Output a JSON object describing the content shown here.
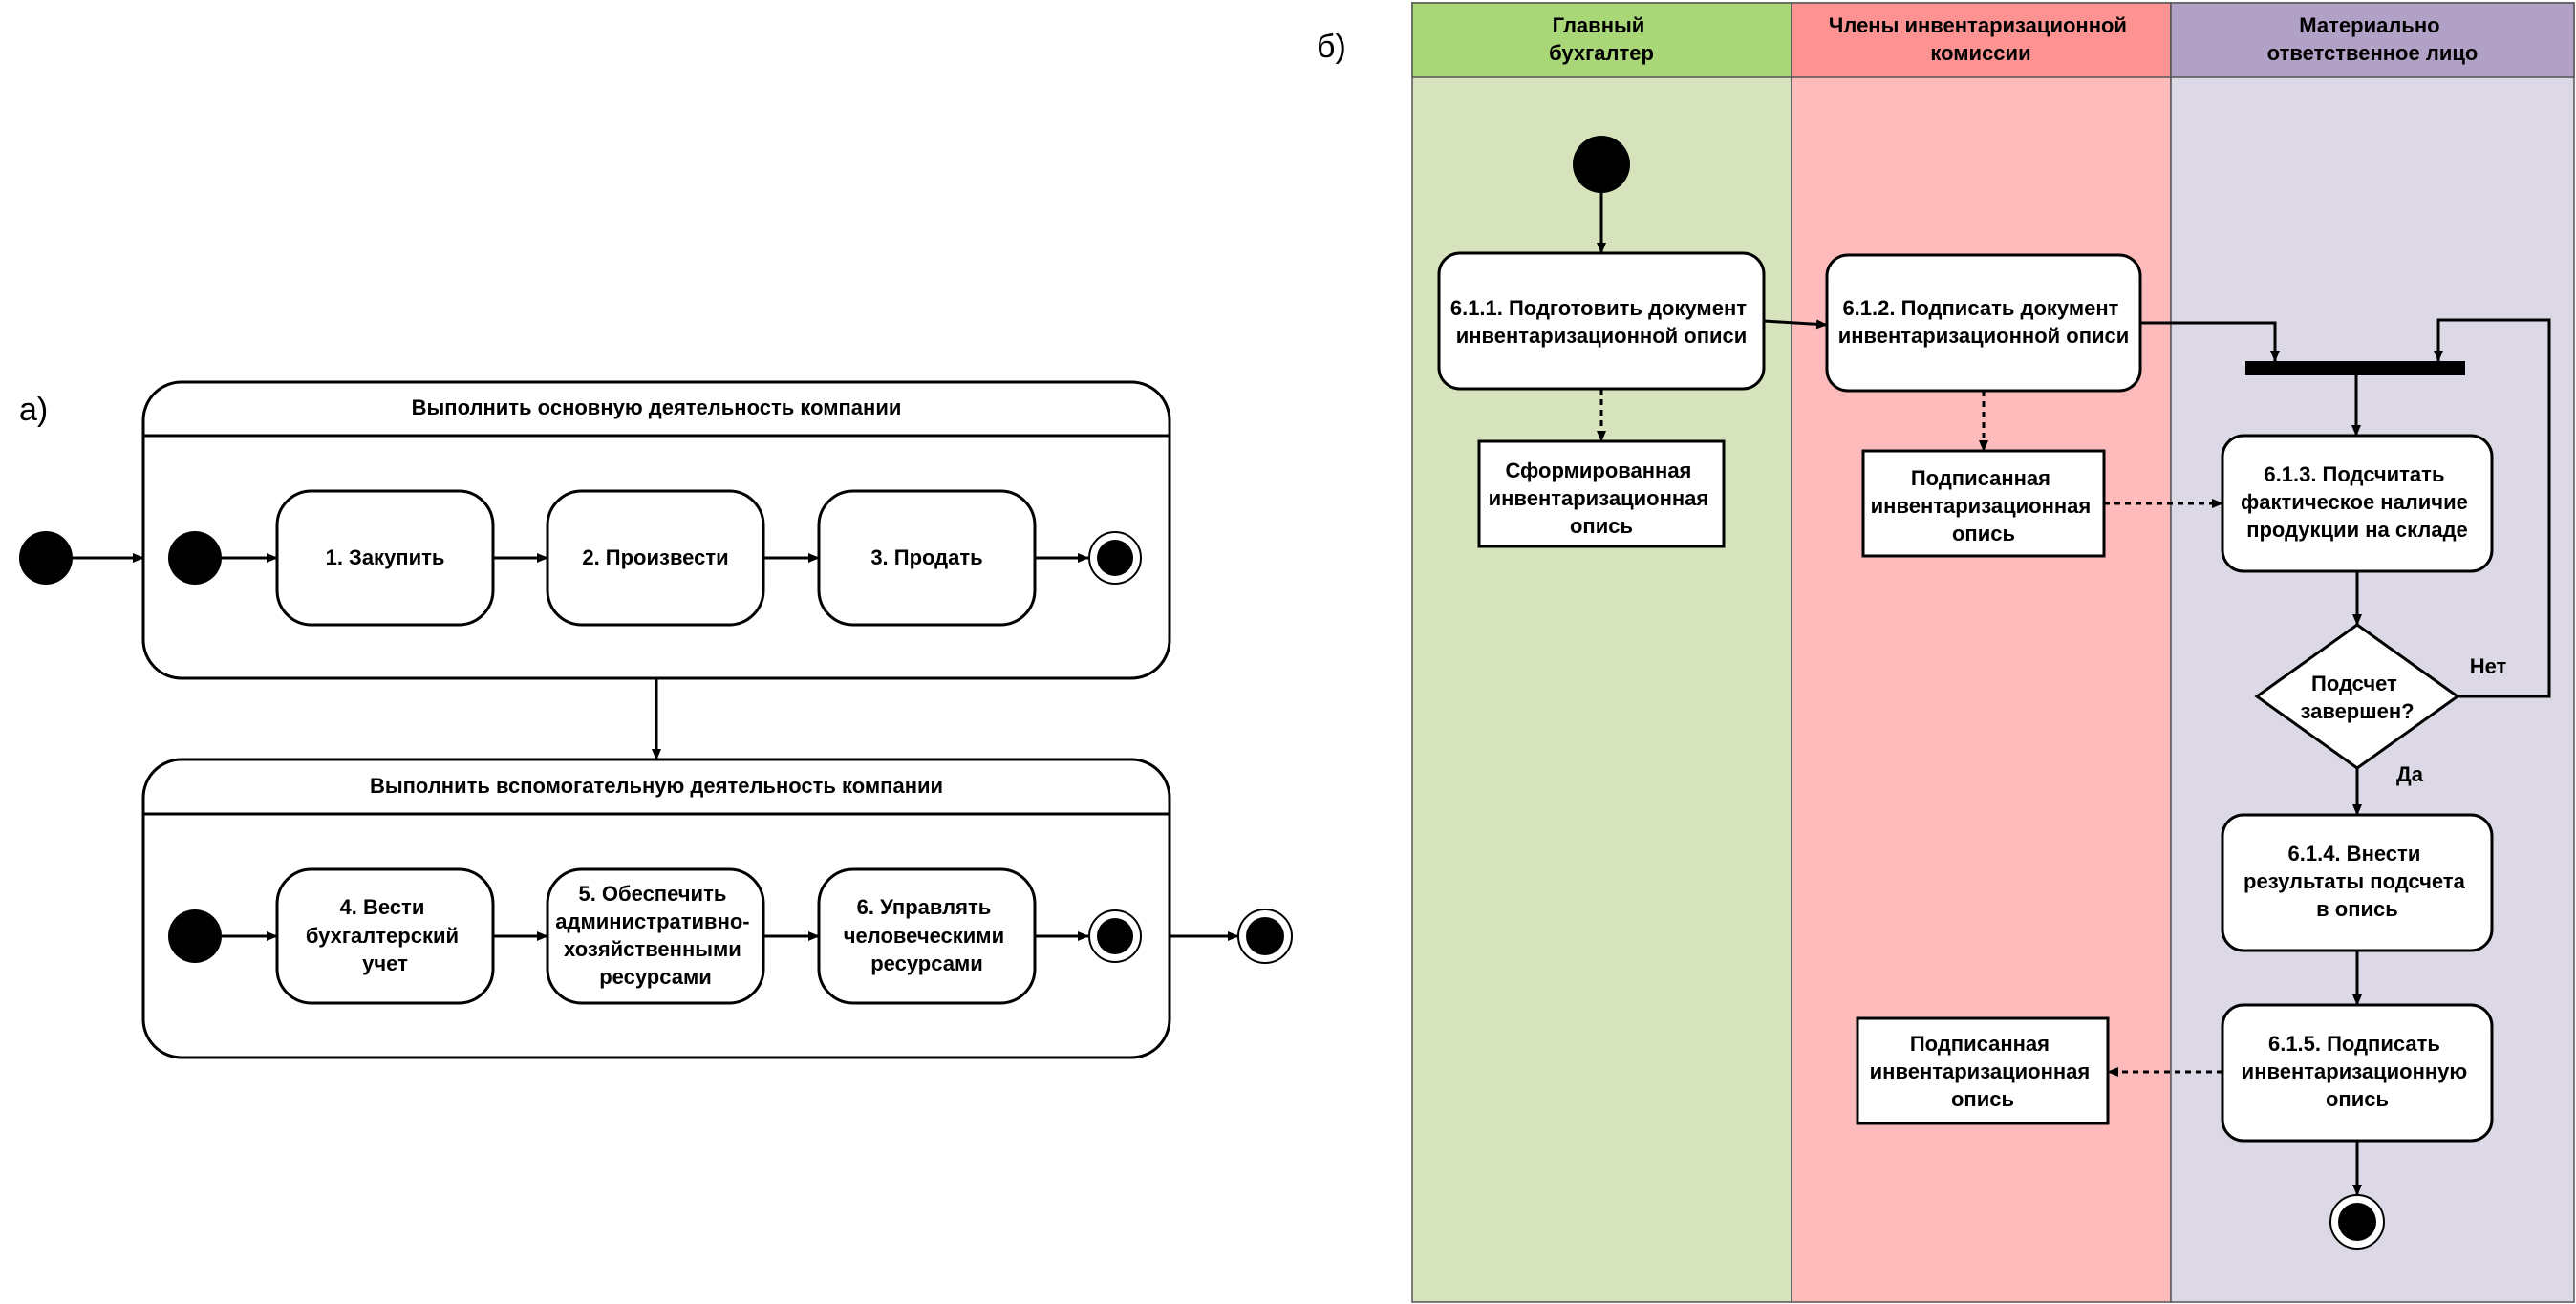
{
  "panel_a": {
    "label": "а)",
    "group1": {
      "title": "Выполнить основную деятельность компании",
      "steps": [
        "1. Закупить",
        "2. Произвести",
        "3. Продать"
      ]
    },
    "group2": {
      "title": "Выполнить вспомогательную деятельность компании",
      "steps": [
        [
          "4. Вести",
          "бухгалтерский",
          "учет"
        ],
        [
          "5. Обеспечить",
          "административно-",
          "хозяйственными",
          "ресурсами"
        ],
        [
          "6. Управлять",
          "человеческими",
          "ресурсами"
        ]
      ]
    }
  },
  "panel_b": {
    "label": "б)",
    "lanes": [
      {
        "title": [
          "Главный",
          "бухгалтер"
        ],
        "fill": "#d6e3bc",
        "header_fill": "#a9d676"
      },
      {
        "title": [
          "Члены инвентаризационной",
          "комиссии"
        ],
        "fill": "#fdbbbb",
        "header_fill": "#fc9292"
      },
      {
        "title": [
          "Материально",
          "ответственное лицо"
        ],
        "fill": "#ddd8e6",
        "header_fill": "#b2a1c6"
      }
    ],
    "activities": {
      "a611": [
        "6.1.1. Подготовить документ",
        "инвентаризационной описи"
      ],
      "a612": [
        "6.1.2. Подписать документ",
        "инвентаризационной описи"
      ],
      "a613": [
        "6.1.3. Подсчитать",
        "фактическое наличие",
        "продукции на складе"
      ],
      "a614": [
        "6.1.4. Внести",
        "результаты подсчета",
        "в опись"
      ],
      "a615": [
        "6.1.5. Подписать",
        "инвентаризационную",
        "опись"
      ]
    },
    "objects": {
      "formed": [
        "Сформированная",
        "инвентаризационная",
        "опись"
      ],
      "signed1": [
        "Подписанная",
        "инвентаризационная",
        "опись"
      ],
      "signed2": [
        "Подписанная",
        "инвентаризационная",
        "опись"
      ]
    },
    "decision": {
      "text": [
        "Подсчет",
        "завершен?"
      ],
      "no_label": "Нет",
      "yes_label": "Да"
    }
  }
}
